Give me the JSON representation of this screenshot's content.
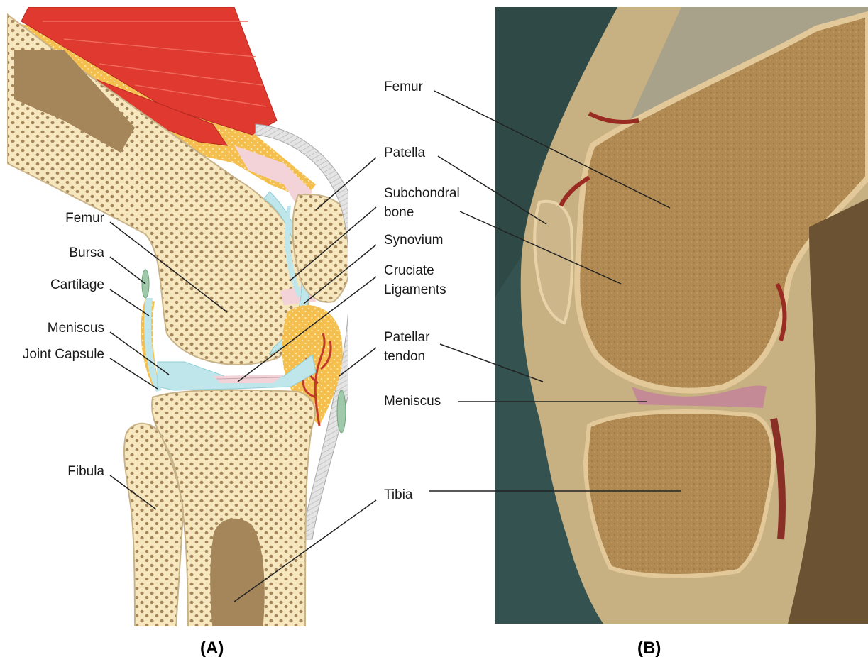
{
  "panel_a": {
    "caption": "(A)",
    "labels": {
      "femur": "Femur",
      "bursa": "Bursa",
      "cartilage": "Cartilage",
      "meniscus": "Meniscus",
      "joint_capsule": "Joint Capsule",
      "fibula": "Fibula"
    }
  },
  "shared_labels": {
    "femur": "Femur",
    "patella": "Patella",
    "subchondral_line1": "Subchondral",
    "subchondral_line2": "bone",
    "synovium": "Synovium",
    "cruciate_line1": "Cruciate",
    "cruciate_line2": "Ligaments",
    "patellar_line1": "Patellar",
    "patellar_line2": "tendon",
    "meniscus": "Meniscus",
    "tibia": "Tibia"
  },
  "panel_b": {
    "caption": "(B)"
  },
  "colors": {
    "bone": "#f6e7bf",
    "marrow": "#a5855a",
    "muscle": "#e0392f",
    "fat": "#f4c45a",
    "cartilage": "#bfe6ea",
    "pink": "#f3d2d8",
    "tendon": "#d9d9d9",
    "photo_bg": "#34524f"
  }
}
